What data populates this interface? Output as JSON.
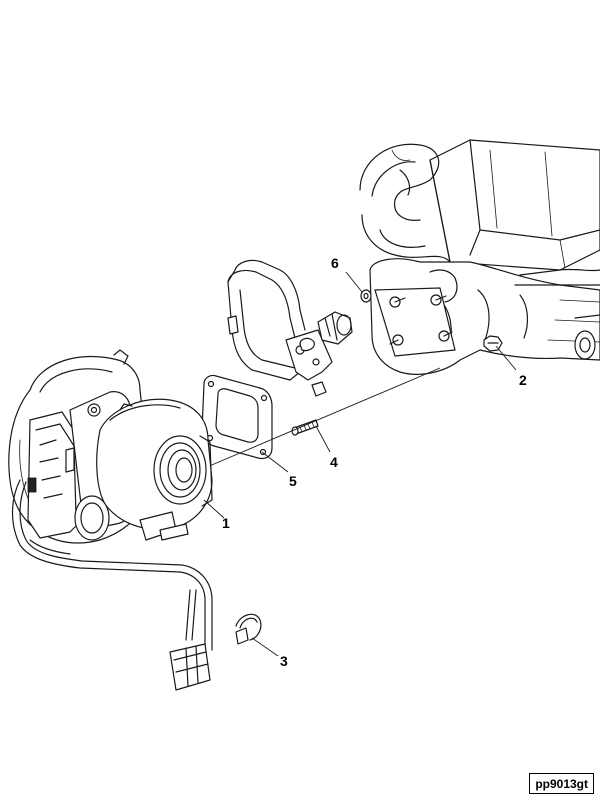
{
  "callouts": [
    {
      "id": "c1",
      "label": "1",
      "part": "turbocharger-assembly"
    },
    {
      "id": "c2",
      "label": "2",
      "part": "nut"
    },
    {
      "id": "c3",
      "label": "3",
      "part": "hose-clamp"
    },
    {
      "id": "c4",
      "label": "4",
      "part": "stud"
    },
    {
      "id": "c5",
      "label": "5",
      "part": "turbocharger-mounting-gasket"
    },
    {
      "id": "c6",
      "label": "6",
      "part": "sealing-washer"
    }
  ],
  "reference_code": "pp9013gt",
  "colors": {
    "line": "#1a1a1a",
    "background": "#ffffff"
  }
}
